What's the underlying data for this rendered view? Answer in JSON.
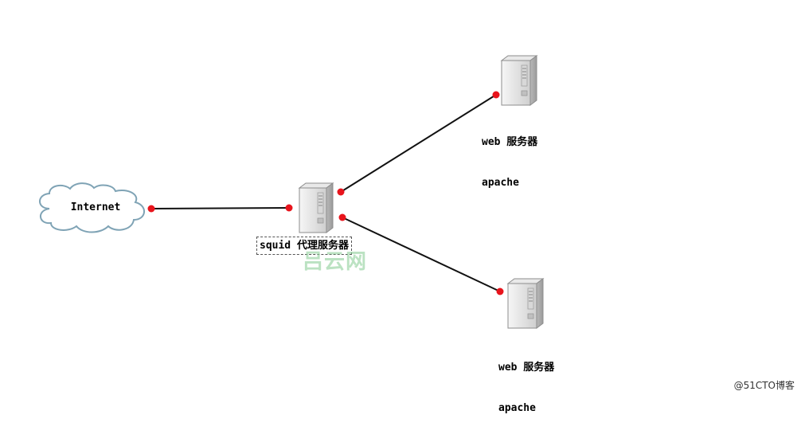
{
  "nodes": {
    "internet": {
      "label": "Internet"
    },
    "proxy": {
      "label": "squid 代理服务器"
    },
    "web1": {
      "name": "web 服务器",
      "sub": "apache"
    },
    "web2": {
      "name": "web 服务器",
      "sub": "apache"
    }
  },
  "watermark": "吕云网",
  "credit": "@51CTO博客",
  "colors": {
    "endpoint": "#e8141c",
    "line": "#111111",
    "cloud_stroke": "#7fa3b5"
  }
}
